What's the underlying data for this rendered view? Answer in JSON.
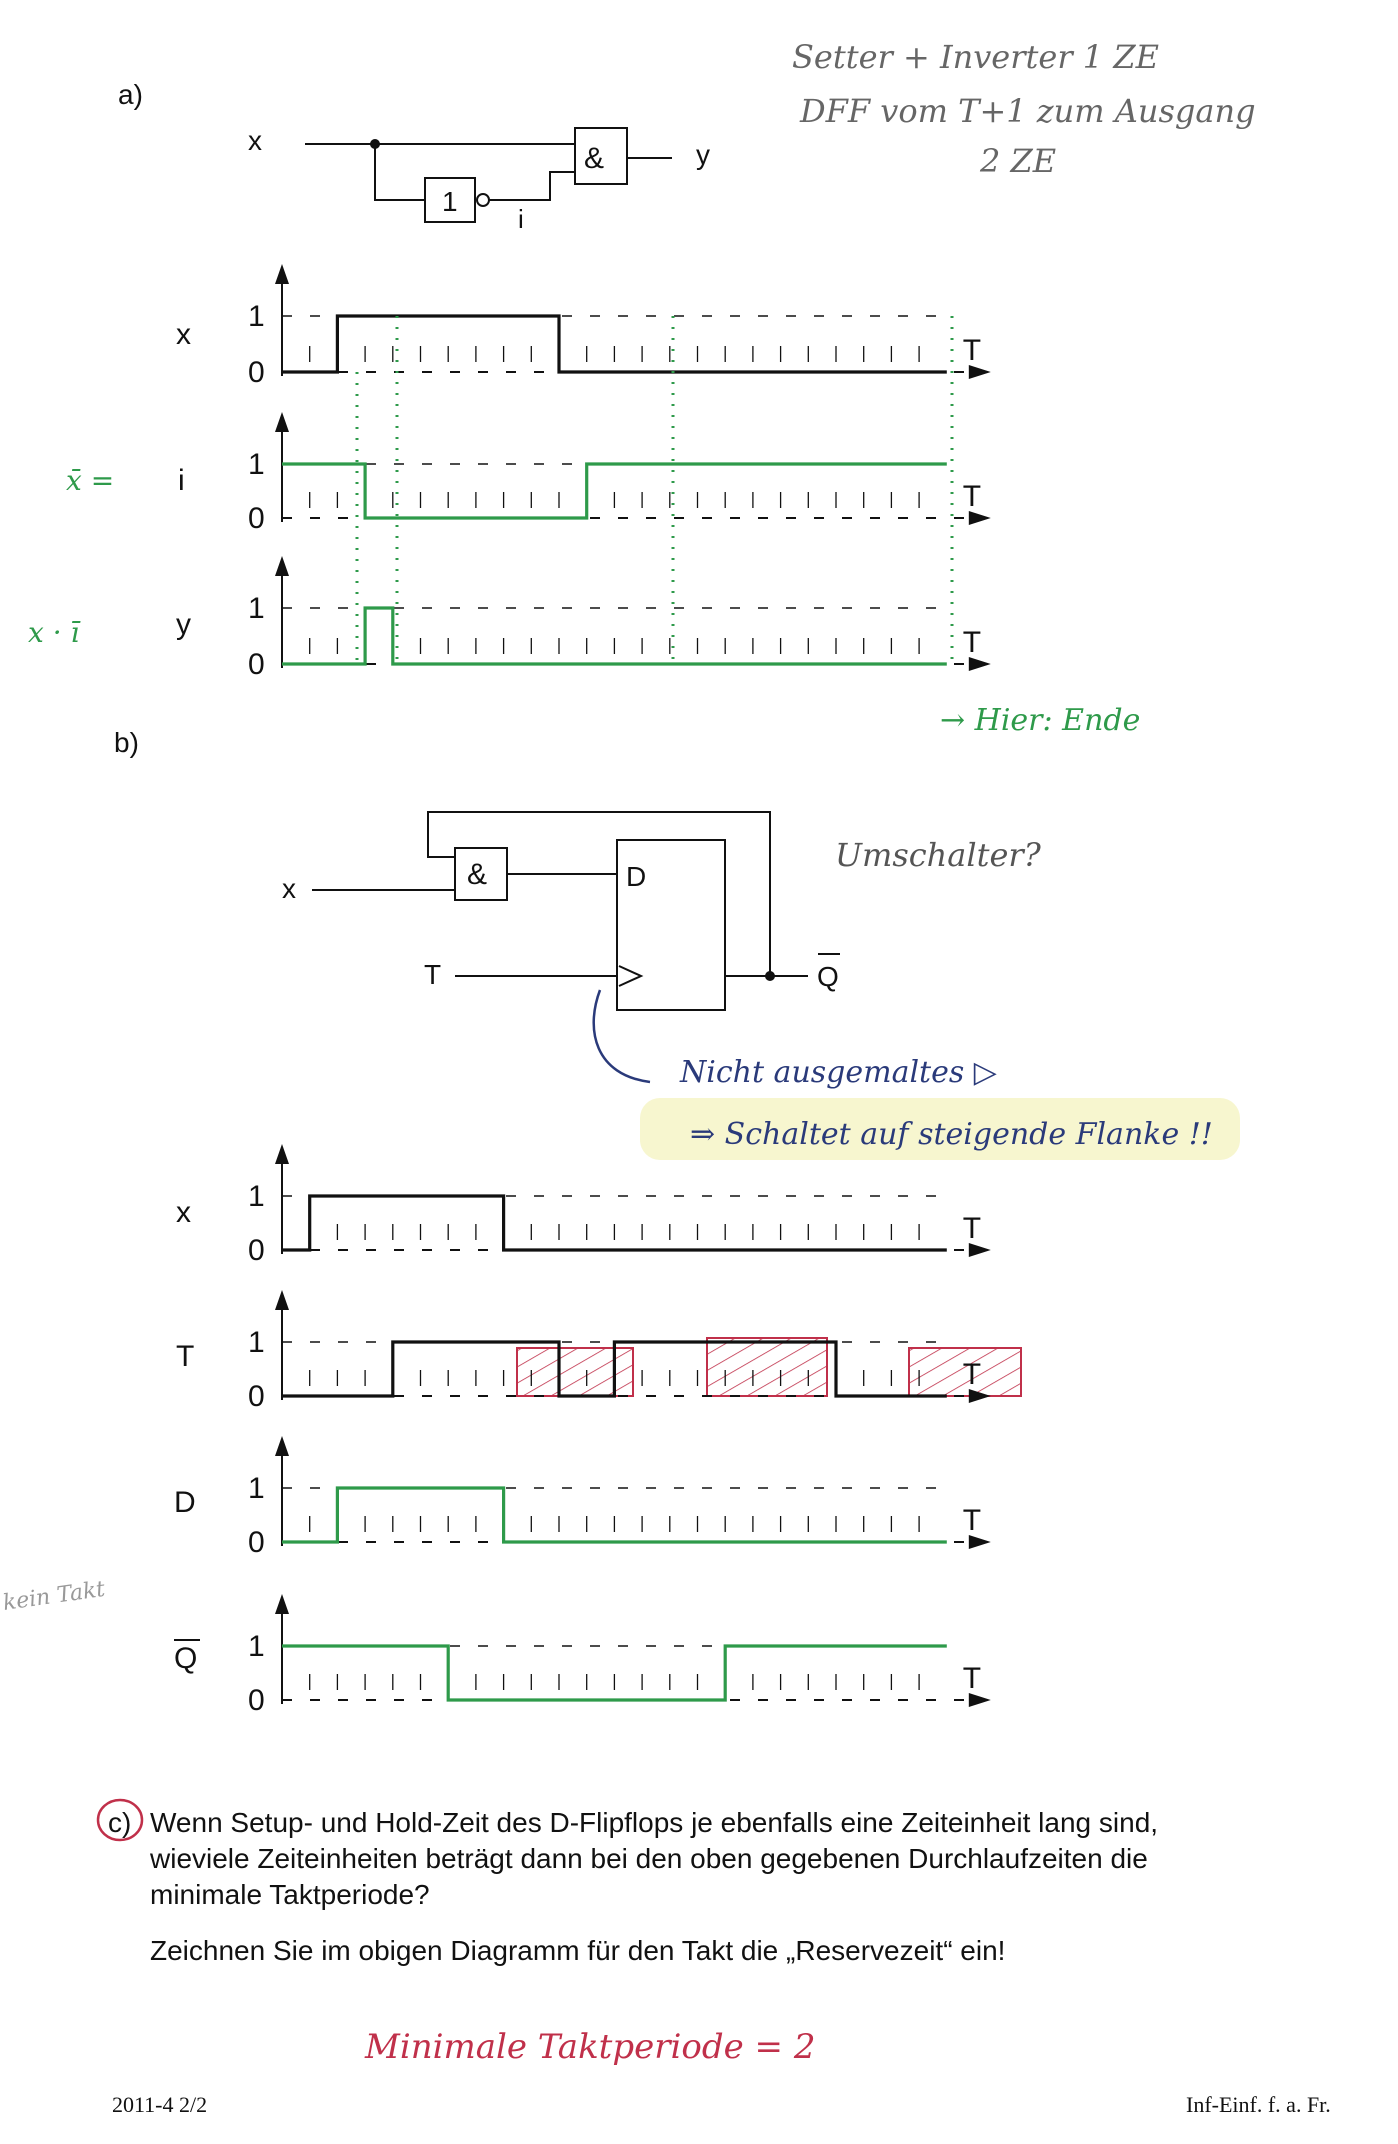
{
  "part_a": {
    "label": "a)",
    "circuit": {
      "x": "x",
      "y": "y",
      "i": "i",
      "and_symbol": "&",
      "not_symbol": "1"
    },
    "signals": [
      {
        "name": "x",
        "note": ""
      },
      {
        "name": "i",
        "note": "x̄ ="
      },
      {
        "name": "y",
        "note": "x · ī"
      }
    ],
    "note_top": [
      "Setter + Inverter 1 ZE",
      "DFF vom T+1 zum Ausgang",
      "2 ZE"
    ],
    "note_end": "→ Hier: Ende"
  },
  "part_b": {
    "label": "b)",
    "circuit": {
      "x": "x",
      "T": "T",
      "D": "D",
      "Q": "Q",
      "and_symbol": "&"
    },
    "note_question": "Umschalter?",
    "note_edge": [
      "Nicht ausgemaltes ▷",
      "⇒ Schaltet auf steigende Flanke !!"
    ],
    "signals": [
      {
        "name": "x"
      },
      {
        "name": "T"
      },
      {
        "name": "D"
      },
      {
        "name": "Q"
      }
    ],
    "side_note": "kein Takt"
  },
  "axis": {
    "one": "1",
    "zero": "0",
    "time": "T"
  },
  "waveforms": {
    "steps": 24,
    "a_x": [
      0,
      0,
      1,
      1,
      1,
      1,
      1,
      1,
      1,
      1,
      0,
      0,
      0,
      0,
      0,
      0,
      0,
      0,
      0,
      0,
      0,
      0,
      0,
      0
    ],
    "a_i": [
      1,
      1,
      1,
      0,
      0,
      0,
      0,
      0,
      0,
      0,
      0,
      1,
      1,
      1,
      1,
      1,
      1,
      1,
      1,
      1,
      1,
      1,
      1,
      1
    ],
    "a_y": [
      0,
      0,
      0,
      1,
      0,
      0,
      0,
      0,
      0,
      0,
      0,
      0,
      0,
      0,
      0,
      0,
      0,
      0,
      0,
      0,
      0,
      0,
      0,
      0
    ],
    "b_x": [
      0,
      1,
      1,
      1,
      1,
      1,
      1,
      1,
      0,
      0,
      0,
      0,
      0,
      0,
      0,
      0,
      0,
      0,
      0,
      0,
      0,
      0,
      0,
      0
    ],
    "b_T": [
      0,
      0,
      0,
      0,
      1,
      1,
      1,
      1,
      1,
      1,
      0,
      0,
      1,
      1,
      1,
      1,
      1,
      1,
      1,
      1,
      0,
      0,
      0,
      0
    ],
    "b_D": [
      0,
      0,
      1,
      1,
      1,
      1,
      1,
      1,
      0,
      0,
      0,
      0,
      0,
      0,
      0,
      0,
      0,
      0,
      0,
      0,
      0,
      0,
      0,
      0
    ],
    "b_Q": [
      1,
      1,
      1,
      1,
      1,
      1,
      0,
      0,
      0,
      0,
      0,
      0,
      0,
      0,
      0,
      0,
      1,
      1,
      1,
      1,
      1,
      1,
      1,
      1
    ]
  },
  "question_c": {
    "label": "c)",
    "lines": [
      "Wenn Setup- und Hold-Zeit des D-Flipflops je ebenfalls eine Zeiteinheit lang sind,",
      "wieviele Zeiteinheiten beträgt dann bei den oben gegebenen Durchlaufzeiten die",
      "minimale Taktperiode?"
    ],
    "instruction": "Zeichnen Sie im obigen Diagramm für den Takt die „Reservezeit“ ein!",
    "answer": "Minimale Taktperiode = 2"
  },
  "footer": {
    "left": "2011-4 2/2",
    "right": "Inf-Einf. f. a. Fr."
  },
  "colors": {
    "ink": "#111111",
    "green": "#2e9a4a",
    "red": "#c0304a",
    "highlight": "#f7f6cf"
  }
}
